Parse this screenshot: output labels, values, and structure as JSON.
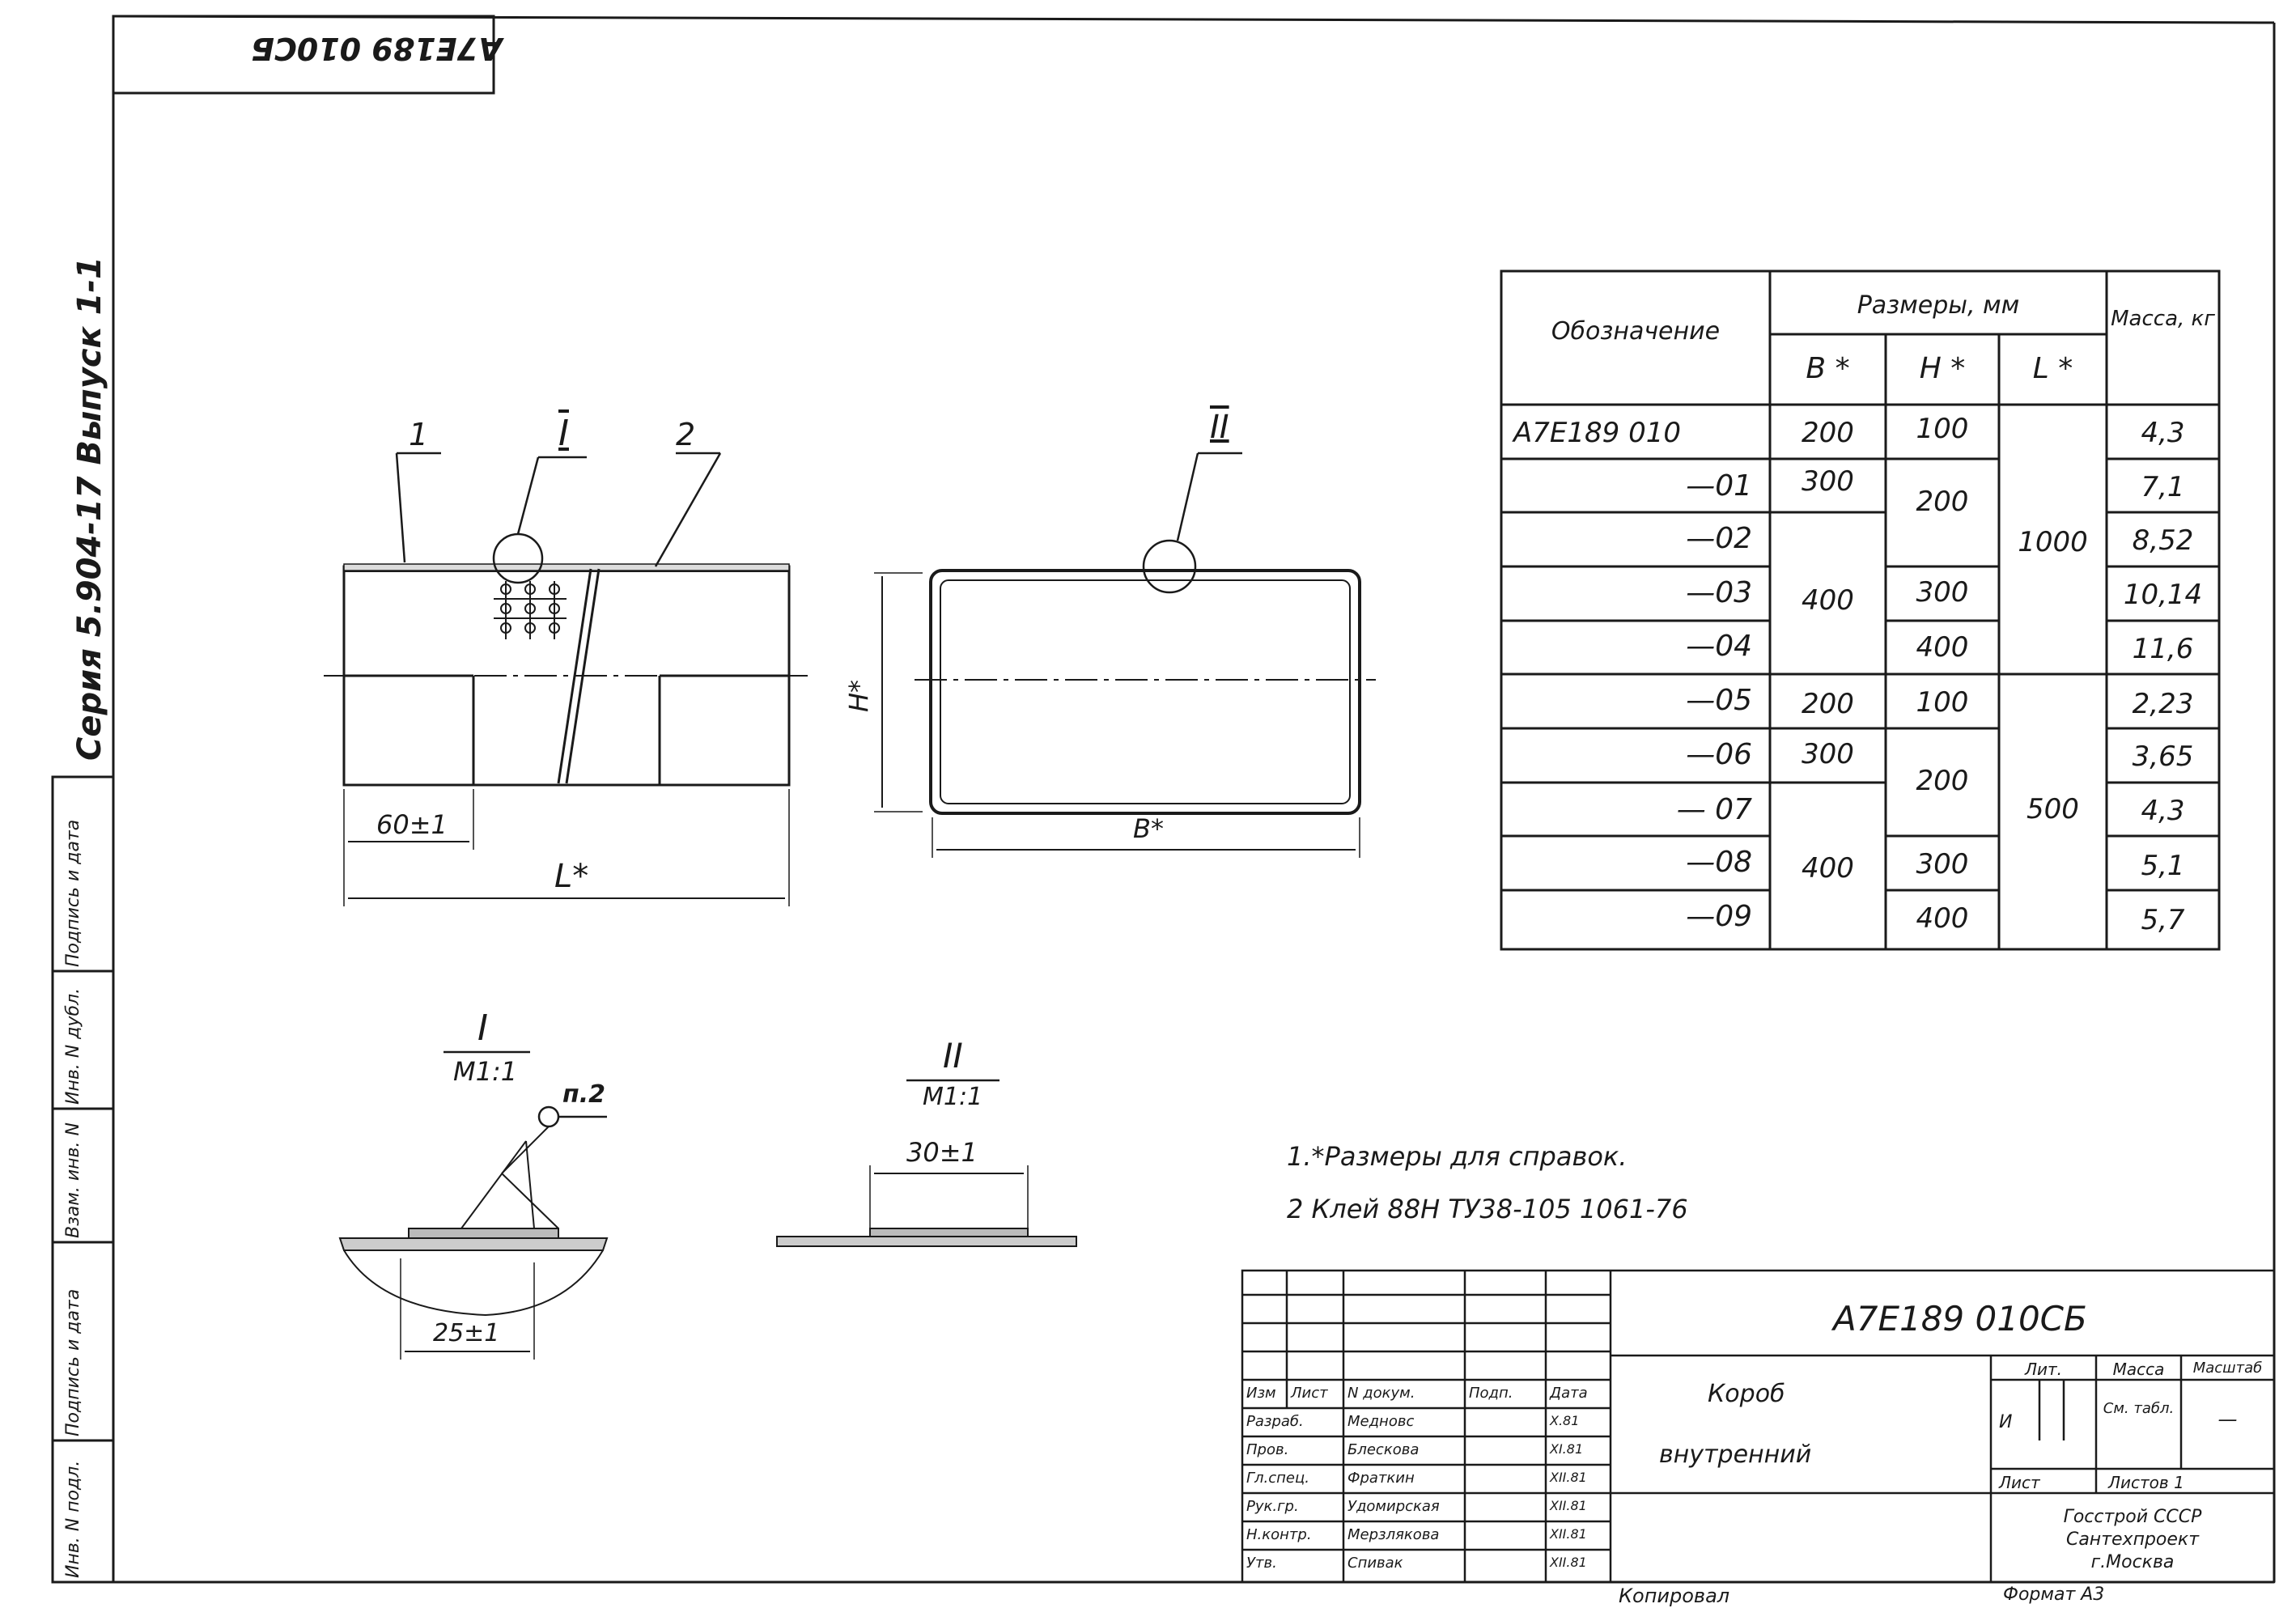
{
  "stamp": {
    "upside_down_code": "А7Е189 010СБ"
  },
  "left_margin": {
    "series_text": "Серия 5.904-17 Выпуск 1-1",
    "labels": [
      "Подпись и дата",
      "Инв. N дубл.",
      "Взам. инв. N",
      "Подпись и дата",
      "Инв. N подл."
    ]
  },
  "drawing": {
    "callout_1": "1",
    "callout_2": "2",
    "callout_I": "I",
    "callout_II": "II",
    "dim_60": "60±1",
    "dim_L": "L*",
    "dim_B": "B*",
    "dim_H": "H*",
    "detail_I_title": "I",
    "detail_I_scale": "M1:1",
    "detail_I_note": "п.2",
    "detail_I_dim": "25±1",
    "detail_II_title": "II",
    "detail_II_scale": "M1:1",
    "detail_II_dim": "30±1"
  },
  "table": {
    "h_designation": "Обозначение",
    "h_sizes": "Размеры, мм",
    "h_mass": "Масса, кг",
    "h_B": "B *",
    "h_H": "H *",
    "h_L": "L *",
    "rows": [
      {
        "designation": "А7Е189 010",
        "B": "200",
        "H": "100",
        "mass": "4,3"
      },
      {
        "designation": "—01",
        "B": "300",
        "H": "",
        "mass": "7,1"
      },
      {
        "designation": "—02",
        "B": "",
        "H": "",
        "mass": "8,52"
      },
      {
        "designation": "—03",
        "B": "",
        "H": "300",
        "mass": "10,14"
      },
      {
        "designation": "—04",
        "B": "",
        "H": "400",
        "mass": "11,6"
      },
      {
        "designation": "—05",
        "B": "200",
        "H": "100",
        "mass": "2,23"
      },
      {
        "designation": "—06",
        "B": "300",
        "H": "",
        "mass": "3,65"
      },
      {
        "designation": "— 07",
        "B": "",
        "H": "",
        "mass": "4,3"
      },
      {
        "designation": "—08",
        "B": "",
        "H": "300",
        "mass": "5,1"
      },
      {
        "designation": "—09",
        "B": "",
        "H": "400",
        "mass": "5,7"
      }
    ],
    "merged_B_400_a": "400",
    "merged_B_400_b": "400",
    "merged_H_200_a": "200",
    "merged_H_200_b": "200",
    "L_1000": "1000",
    "L_500": "500"
  },
  "notes": {
    "note1": "1.*Размеры для справок.",
    "note2": "2 Клей 88Н ТУ38-105 1061-76"
  },
  "title_block": {
    "doc_code": "А7Е189 010СБ",
    "name_line1": "Короб",
    "name_line2": "внутренний",
    "h_izm": "Изм",
    "h_list": "Лист",
    "h_ndoc": "N докум.",
    "h_podp": "Подп.",
    "h_data": "Дата",
    "roles": [
      "Разраб.",
      "Пров.",
      "Гл.спец.",
      "Рук.гр.",
      "Н.контр.",
      "Утв."
    ],
    "names": [
      "Медновс",
      "Блескова",
      "Фраткин",
      "Удомирская",
      "Мерзлякова",
      "Спивак"
    ],
    "dates": [
      "X.81",
      "XI.81",
      "XII.81",
      "XII.81",
      "XII.81",
      "XII.81"
    ],
    "h_lit": "Лит.",
    "h_massa": "Масса",
    "h_masshtab": "Масштаб",
    "lit_value": "И",
    "massa_value": "См. табл.",
    "masshtab_value": "—",
    "list_label": "Лист",
    "listov_label": "Листов 1",
    "org_line1": "Госстрой СССР",
    "org_line2": "Сантехпроект",
    "org_line3": "г.Москва"
  },
  "footer": {
    "copied": "Копировал",
    "format": "Формат А3"
  }
}
